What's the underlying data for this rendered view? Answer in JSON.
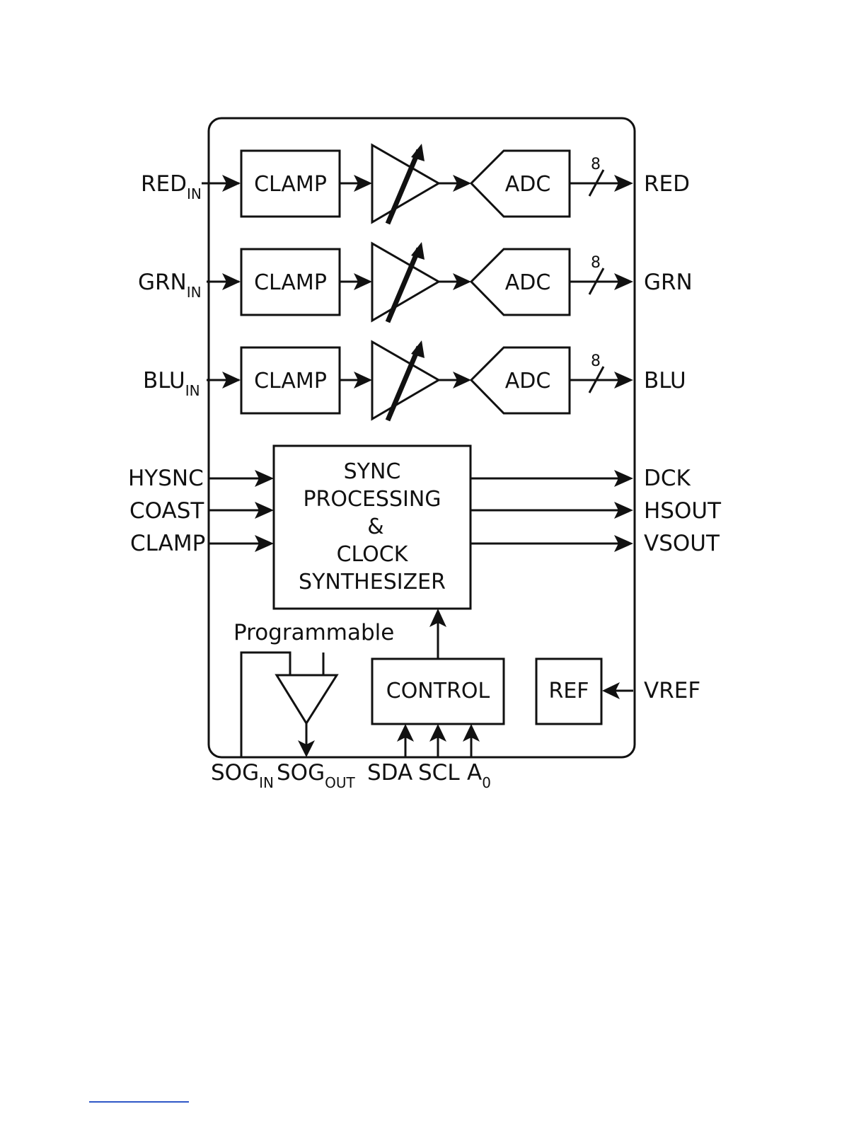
{
  "diagram": {
    "channels": [
      {
        "input": "RED",
        "input_sub": "IN",
        "clamp": "CLAMP",
        "adc": "ADC",
        "bus_width": "8",
        "output": "RED"
      },
      {
        "input": "GRN",
        "input_sub": "IN",
        "clamp": "CLAMP",
        "adc": "ADC",
        "bus_width": "8",
        "output": "GRN"
      },
      {
        "input": "BLU",
        "input_sub": "IN",
        "clamp": "CLAMP",
        "adc": "ADC",
        "bus_width": "8",
        "output": "BLU"
      }
    ],
    "sync_inputs": [
      "HYSNC",
      "COAST",
      "CLAMP"
    ],
    "sync_block": [
      "SYNC",
      "PROCESSING",
      "&",
      "CLOCK",
      "SYNTHESIZER"
    ],
    "sync_outputs": [
      "DCK",
      "HSOUT",
      "VSOUT"
    ],
    "sog_label": "Programmable",
    "control_label": "CONTROL",
    "ref_label": "REF",
    "vref_label": "VREF",
    "bottom_pins": {
      "sog_in": "SOG",
      "sog_in_sub": "IN",
      "sog_out": "SOG",
      "sog_out_sub": "OUT",
      "sda": "SDA",
      "scl": "SCL",
      "a0": "A",
      "a0_sub": "0"
    }
  }
}
